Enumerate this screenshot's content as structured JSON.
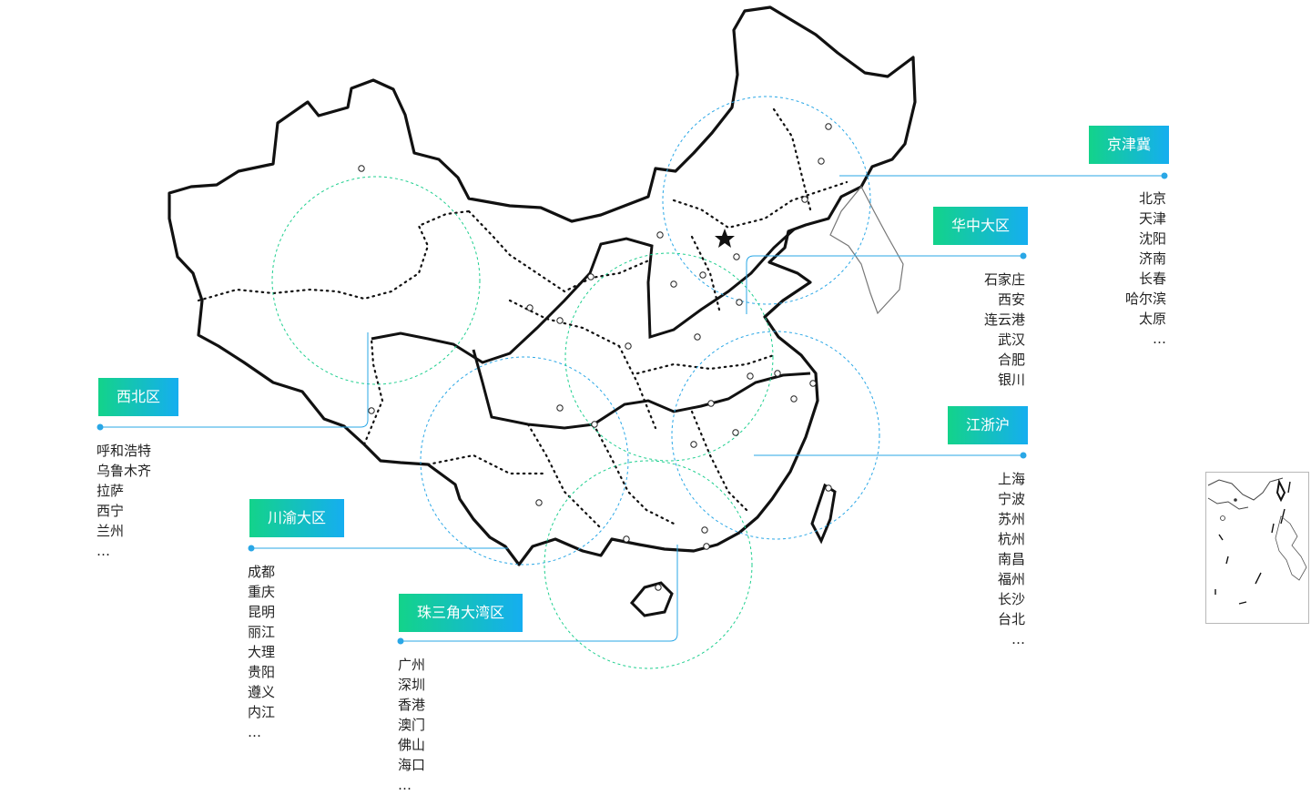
{
  "colors": {
    "accent_start": "#13d38a",
    "accent_end": "#15aef0",
    "connector": "#2aa7e6",
    "circle_blue": "#2aa7e6",
    "circle_green": "#1fcf8f",
    "border": "#111111"
  },
  "icons": [
    "capital-star-icon",
    "city-dot-icon"
  ],
  "regions": [
    {
      "key": "northwest",
      "label": "西北区",
      "cities": [
        "呼和浩特",
        "乌鲁木齐",
        "拉萨",
        "西宁",
        "兰州",
        "…"
      ]
    },
    {
      "key": "chuanyu",
      "label": "川渝大区",
      "cities": [
        "成都",
        "重庆",
        "昆明",
        "丽江",
        "大理",
        "贵阳",
        "遵义",
        "内江",
        "…"
      ]
    },
    {
      "key": "prd",
      "label": "珠三角大湾区",
      "cities": [
        "广州",
        "深圳",
        "香港",
        "澳门",
        "佛山",
        "海口",
        "…"
      ]
    },
    {
      "key": "jingjinji",
      "label": "京津冀",
      "cities": [
        "北京",
        "天津",
        "沈阳",
        "济南",
        "长春",
        "哈尔滨",
        "太原",
        "…"
      ]
    },
    {
      "key": "central",
      "label": "华中大区",
      "cities": [
        "石家庄",
        "西安",
        "连云港",
        "武汉",
        "合肥",
        "银川"
      ]
    },
    {
      "key": "jiangzhehu",
      "label": "江浙沪",
      "cities": [
        "上海",
        "宁波",
        "苏州",
        "杭州",
        "南昌",
        "福州",
        "长沙",
        "台北",
        "…"
      ]
    }
  ]
}
